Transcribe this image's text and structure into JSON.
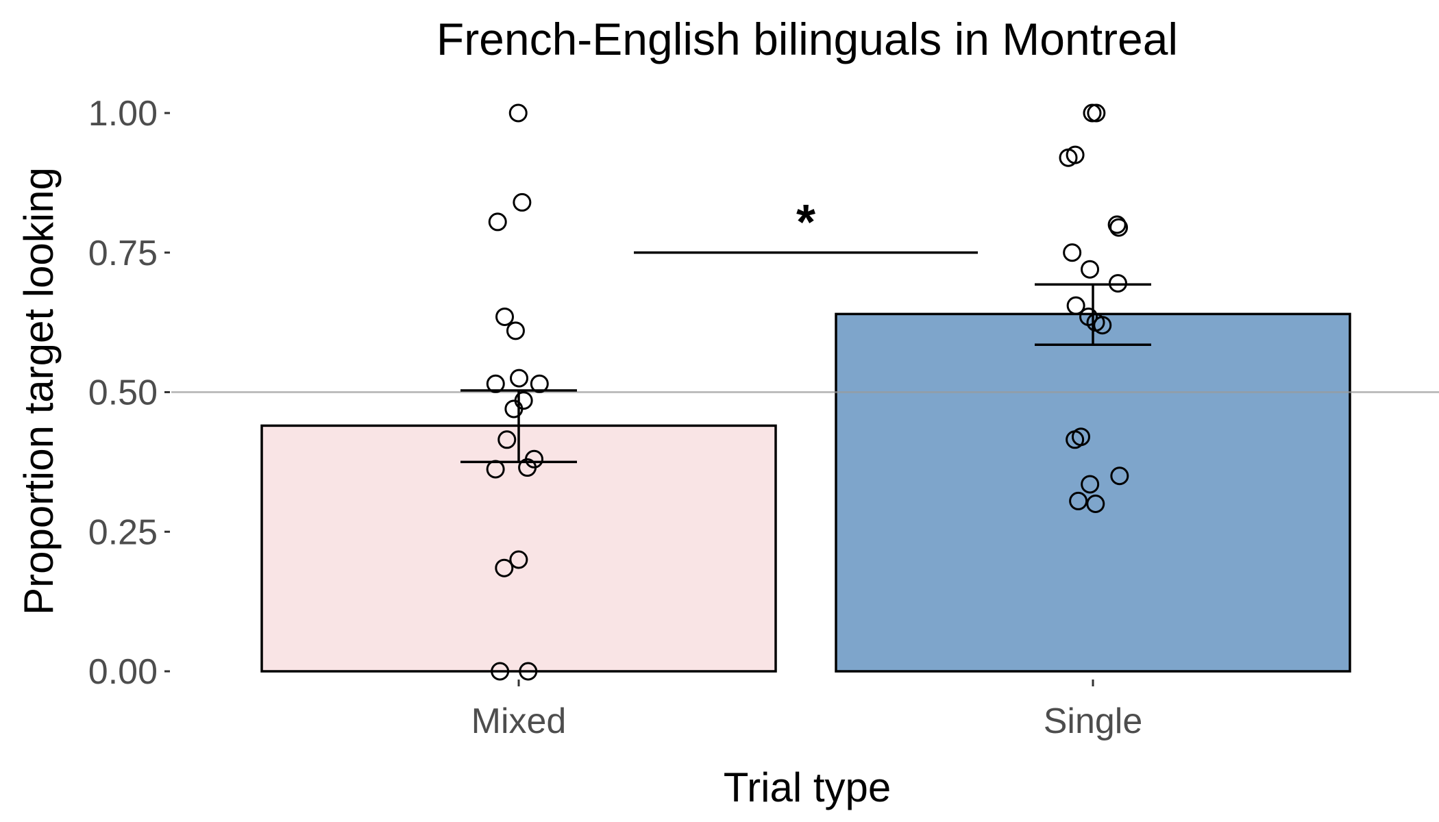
{
  "chart_data": {
    "type": "bar",
    "title": "French-English bilinguals in Montreal",
    "xlabel": "Trial type",
    "ylabel": "Proportion target looking",
    "categories": [
      "Mixed",
      "Single"
    ],
    "values": [
      0.44,
      0.64
    ],
    "error_bars": [
      {
        "lower": 0.375,
        "upper": 0.503
      },
      {
        "lower": 0.585,
        "upper": 0.693
      }
    ],
    "bar_colors": [
      "#f9e4e5",
      "#7ea5cb"
    ],
    "points": [
      [
        1.0,
        0.84,
        0.805,
        0.635,
        0.61,
        0.525,
        0.515,
        0.515,
        0.485,
        0.47,
        0.415,
        0.38,
        0.365,
        0.362,
        0.2,
        0.185,
        0.0,
        0.0
      ],
      [
        1.0,
        1.0,
        0.925,
        0.92,
        0.8,
        0.795,
        0.75,
        0.72,
        0.695,
        0.655,
        0.635,
        0.625,
        0.62,
        0.42,
        0.415,
        0.35,
        0.335,
        0.305,
        0.3
      ]
    ],
    "reference_line": 0.5,
    "significance": {
      "label": "*",
      "y": 0.75
    },
    "ylim": [
      0,
      1
    ],
    "yticks": [
      "0.00",
      "0.25",
      "0.50",
      "0.75",
      "1.00"
    ],
    "grid": false,
    "legend": "none"
  }
}
